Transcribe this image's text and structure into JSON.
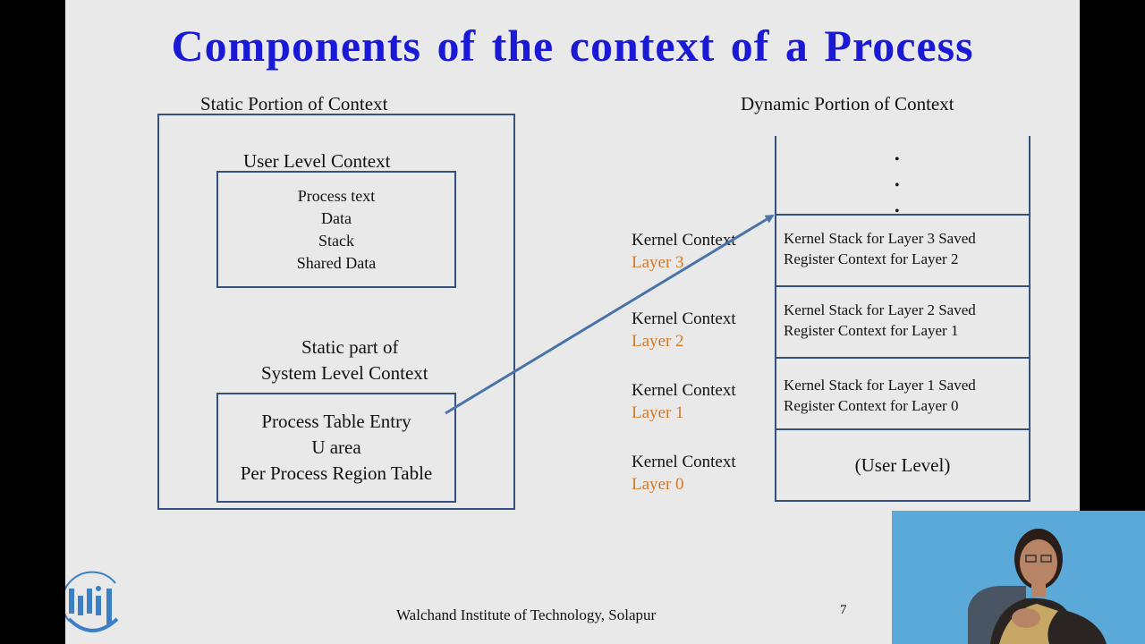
{
  "title": "Components of the context of a Process",
  "static_portion_label": "Static Portion of Context",
  "dynamic_portion_label": "Dynamic Portion of Context",
  "user_level_context": {
    "label": "User Level Context",
    "items": [
      "Process text",
      "Data",
      "Stack",
      "Shared Data"
    ]
  },
  "system_level_context": {
    "label_line1": "Static part of",
    "label_line2": "System Level Context",
    "items": [
      "Process Table Entry",
      "U area",
      "Per Process Region Table"
    ]
  },
  "kernel_contexts": [
    {
      "name": "Kernel Context",
      "layer": "Layer  3"
    },
    {
      "name": "Kernel Context",
      "layer": "Layer  2"
    },
    {
      "name": "Kernel Context",
      "layer": "Layer 1"
    },
    {
      "name": "Kernel Context",
      "layer": "Layer 0"
    }
  ],
  "stack_cells": [
    {
      "line1": "Kernel Stack for Layer 3 Saved",
      "line2": "Register Context for Layer 2"
    },
    {
      "line1": "Kernel Stack for Layer 2 Saved",
      "line2": "Register Context for Layer 1"
    },
    {
      "line1": "Kernel Stack for Layer 1 Saved",
      "line2": "Register Context for Layer 0"
    }
  ],
  "user_level_cell": "(User Level)",
  "footer": "Walchand Institute of Technology, Solapur",
  "page_number": "7",
  "colors": {
    "title": "#1a1ad6",
    "layer": "#d17a2a",
    "lines": "#35527f",
    "arrow": "#4a74a8"
  }
}
